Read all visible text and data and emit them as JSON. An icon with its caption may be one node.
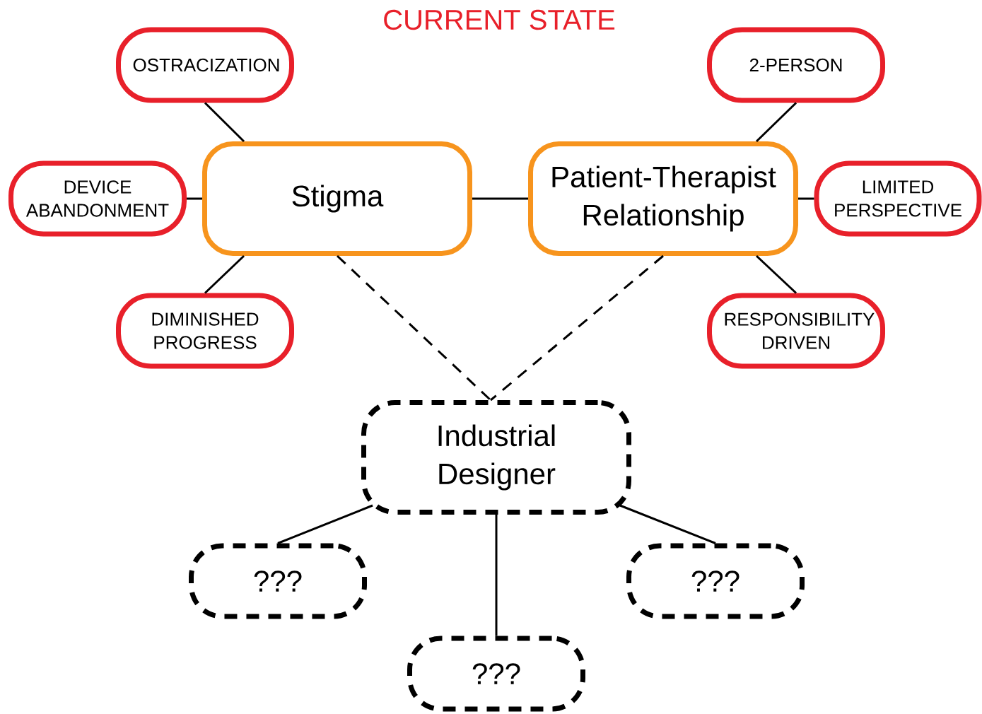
{
  "diagram": {
    "title": "CURRENT STATE",
    "nodes": [
      {
        "text": [
          "OSTRACIZATION"
        ]
      },
      {
        "text": [
          "2-PERSON"
        ]
      },
      {
        "text": [
          "DEVICE ABANDONMENT"
        ]
      },
      {
        "text": [
          "Stigma"
        ]
      },
      {
        "text": [
          "Patient-Therapist Relationship"
        ]
      },
      {
        "text": [
          "LIMITED PERSPECTIVE"
        ]
      },
      {
        "text": [
          "DIMINISHED PROGRESS"
        ]
      },
      {
        "text": [
          "RESPONSIBILITY DRIVEN"
        ]
      },
      {
        "text": [
          "Industrial Designer"
        ]
      },
      {
        "text": [
          "???"
        ]
      },
      {
        "text": [
          "???"
        ]
      },
      {
        "text": [
          "???"
        ]
      }
    ],
    "edges": [
      {
        "from": 3,
        "to": 0,
        "arrow": "none"
      },
      {
        "from": 3,
        "to": 2,
        "arrow": "none"
      },
      {
        "from": 3,
        "to": 6,
        "arrow": "none"
      },
      {
        "from": 3,
        "to": 4,
        "arrow": "none"
      },
      {
        "from": 4,
        "to": 1,
        "arrow": "none"
      },
      {
        "from": 4,
        "to": 5,
        "arrow": "none"
      },
      {
        "from": 4,
        "to": 7,
        "arrow": "none"
      },
      {
        "from": 3,
        "to": 8,
        "arrow": "none",
        "style": "dashed"
      },
      {
        "from": 4,
        "to": 8,
        "arrow": "none",
        "style": "dashed"
      },
      {
        "from": 8,
        "to": 9,
        "arrow": "none"
      },
      {
        "from": 8,
        "to": 10,
        "arrow": "none"
      },
      {
        "from": 8,
        "to": 11,
        "arrow": "none"
      }
    ]
  }
}
